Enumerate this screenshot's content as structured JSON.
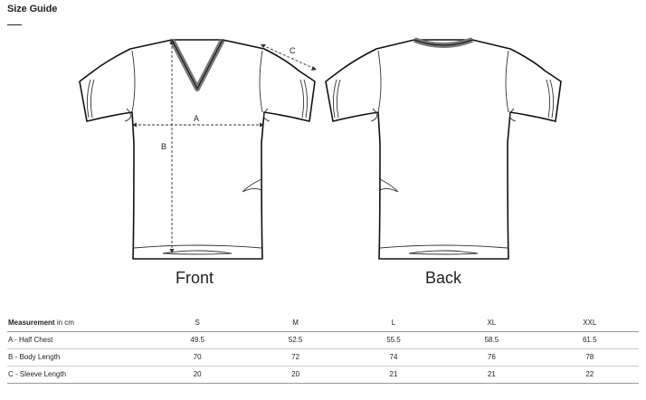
{
  "header": {
    "title": "Size Guide"
  },
  "figures": {
    "front_label": "Front",
    "back_label": "Back",
    "dim_labels": {
      "a": "A",
      "b": "B",
      "c": "C"
    }
  },
  "table": {
    "measurement_label": "Measurement",
    "unit_label": "in cm",
    "sizes": [
      "S",
      "M",
      "L",
      "XL",
      "XXL"
    ],
    "rows": [
      {
        "label": "A - Half Chest",
        "values": [
          "49.5",
          "52.5",
          "55.5",
          "58.5",
          "61.5"
        ]
      },
      {
        "label": "B - Body Length",
        "values": [
          "70",
          "72",
          "74",
          "76",
          "78"
        ]
      },
      {
        "label": "C - Sleeve Length",
        "values": [
          "20",
          "20",
          "21",
          "21",
          "22"
        ]
      }
    ]
  }
}
